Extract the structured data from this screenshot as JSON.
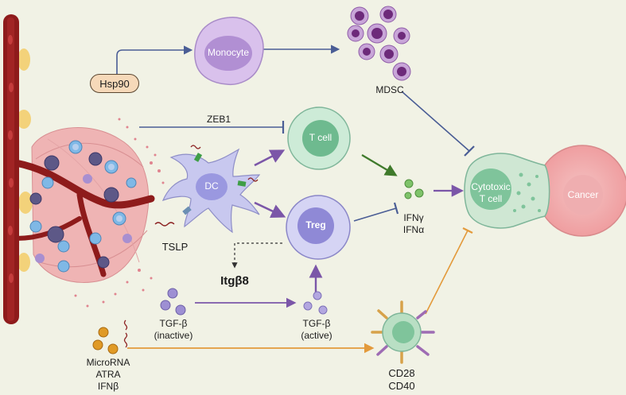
{
  "labels": {
    "hsp90": "Hsp90",
    "monocyte": "Monocyte",
    "mdsc": "MDSC",
    "zeb1": "ZEB1",
    "t_cell": "T cell",
    "dc": "DC",
    "treg": "Treg",
    "tslp": "TSLP",
    "itgb8": "Itgβ8",
    "ifn_gamma": "IFNγ",
    "ifn_alpha": "IFNα",
    "cytotoxic_line1": "Cytotoxic",
    "cytotoxic_line2": "T cell",
    "cancer": "Cancer",
    "tgfb_inactive_line1": "TGF-β",
    "tgfb_inactive_line2": "(inactive)",
    "tgfb_active_line1": "TGF-β",
    "tgfb_active_line2": "(active)",
    "microrna": "MicroRNA",
    "atra": "ATRA",
    "ifnb": "IFNβ",
    "cd28": "CD28",
    "cd40": "CD40"
  },
  "colors": {
    "background": "#f1f2e5",
    "activation_arrow": "#7b56a8",
    "inhibition_arrow": "#4a5d95",
    "agonist_arrow": "#e39a3b",
    "ifn_arrow": "#3f7a2b",
    "t_cell": "#7fc79a",
    "treg": "#c9c6ee",
    "monocyte": "#c5a8dc",
    "mdsc": "#8b3d8f",
    "cancer": "#f2b9b9",
    "vessel": "#8e1b1b"
  },
  "icons": {
    "activation": "arrow-head-icon",
    "inhibition": "t-bar-inhibition-icon"
  }
}
